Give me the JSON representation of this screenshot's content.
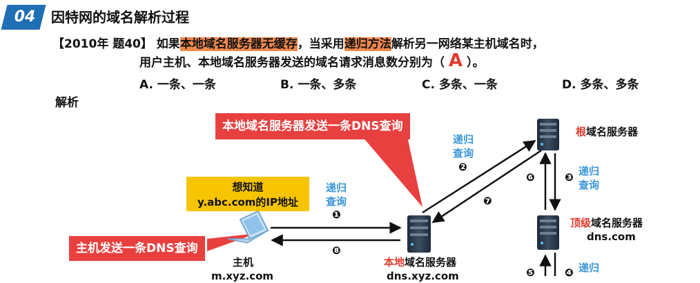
{
  "header": {
    "number": "04",
    "title": "因特网的域名解析过程"
  },
  "question": {
    "prefix": "【2010年 题40】 如果",
    "hl1": "本地域名服务器无缓存",
    "mid1": "，当采用",
    "hl2": "递归方法",
    "mid2": "解析另一网络某主机域名时，",
    "line2a": "用户主机、本地域名服务器发送的域名请求消息数分别为（ ",
    "answer": "A",
    "line2b": " ）。"
  },
  "options": [
    "A. 一条、一条",
    "B. 一条、多条",
    "C. 多条、一条",
    "D. 多条、多条"
  ],
  "analysis_label": "解析",
  "callouts": {
    "local_sends": "本地域名服务器发送一条DNS查询",
    "host_sends": "主机发送一条DNS查询",
    "want": "想知道",
    "want_domain": "y.abc.com的IP地址"
  },
  "labels": {
    "recursive": "递归",
    "query": "查询",
    "host": "主机",
    "host_domain": "m.xyz.com",
    "local_red": "本地",
    "local_rest": "域名服务器",
    "local_domain": "dns.xyz.com",
    "root_red": "根",
    "root_rest": "域名服务器",
    "tld_red": "顶级",
    "tld_rest": "域名服务器",
    "tld_domain": "dns.com"
  },
  "steps": [
    "❶",
    "❷",
    "❸",
    "❹",
    "❺",
    "❻",
    "❼",
    "❽"
  ],
  "colors": {
    "accent": "#1f6fb5",
    "highlight": "#f0884d",
    "callout": "#e8403f",
    "yellow": "#f6c400",
    "blue_text": "#3a96d8",
    "red_text": "#e23a2c"
  }
}
